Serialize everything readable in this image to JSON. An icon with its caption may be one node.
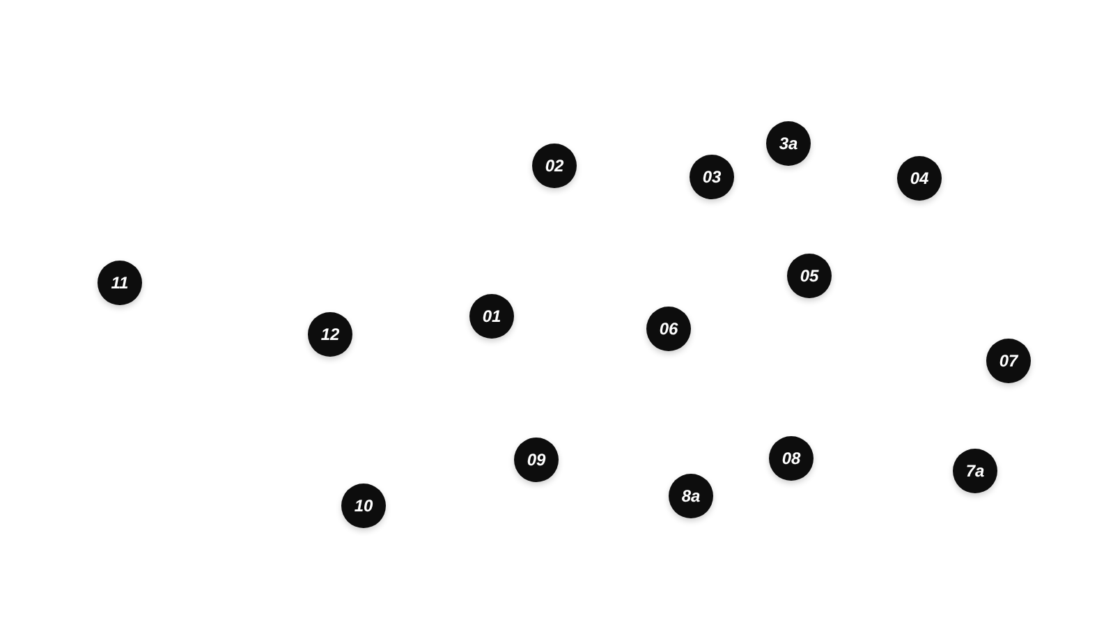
{
  "diagram": {
    "nodes": [
      {
        "text": [
          "3a"
        ]
      },
      {
        "text": [
          "02"
        ]
      },
      {
        "text": [
          "03"
        ]
      },
      {
        "text": [
          "04"
        ]
      },
      {
        "text": [
          "05"
        ]
      },
      {
        "text": [
          "11"
        ]
      },
      {
        "text": [
          "01"
        ]
      },
      {
        "text": [
          "06"
        ]
      },
      {
        "text": [
          "12"
        ]
      },
      {
        "text": [
          "07"
        ]
      },
      {
        "text": [
          "08"
        ]
      },
      {
        "text": [
          "09"
        ]
      },
      {
        "text": [
          "7a"
        ]
      },
      {
        "text": [
          "8a"
        ]
      },
      {
        "text": [
          "10"
        ]
      }
    ]
  }
}
